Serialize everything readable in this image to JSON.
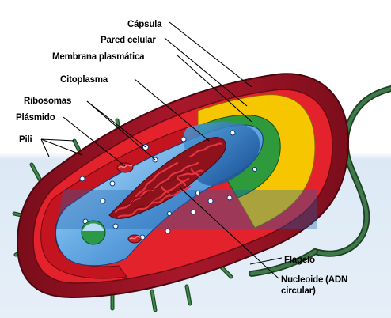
{
  "labels": {
    "capsule": "Cápsula",
    "cell_wall": "Pared celular",
    "plasma_membrane": "Membrana plasmática",
    "cytoplasm": "Citoplasma",
    "ribosomes": "Ribosomas",
    "plasmid": "Plásmido",
    "pili": "Pili",
    "flagellum": "Flagelo",
    "nucleoid_line1": "Nucleoide (ADN",
    "nucleoid_line2": "circular)"
  },
  "colors": {
    "background_band": "#d8e8f4",
    "capsule": "#9c1222",
    "cell_wall": "#e8202a",
    "plasma_membrane": "#f5c400",
    "membrane_inner": "#2e9a3c",
    "cytoplasm": "#3a8ed8",
    "nucleoid": "#c8202a",
    "flagellum": "#2d5a35",
    "pili": "#2d6b38"
  }
}
